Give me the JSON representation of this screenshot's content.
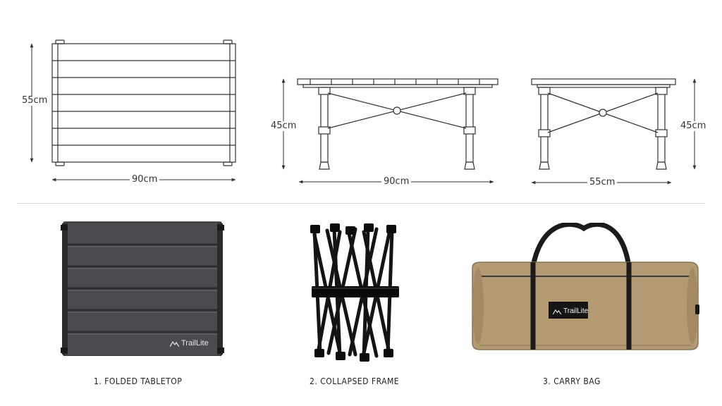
{
  "dimensions": {
    "top_width": "90cm",
    "top_depth": "55cm",
    "front_height": "45cm",
    "front_width": "90cm",
    "side_height": "45cm",
    "side_width": "55cm"
  },
  "components": [
    {
      "caption": "1. FOLDED TABLETOP",
      "brand": "TrailLite"
    },
    {
      "caption": "2. COLLAPSED FRAME"
    },
    {
      "caption": "3. CARRY BAG",
      "brand": "TrailLite"
    }
  ],
  "colors": {
    "line": "#333333",
    "tabletop": "#4a4b4e",
    "frame": "#141414",
    "bag": "#b39a72",
    "strap": "#1b1b1b"
  }
}
